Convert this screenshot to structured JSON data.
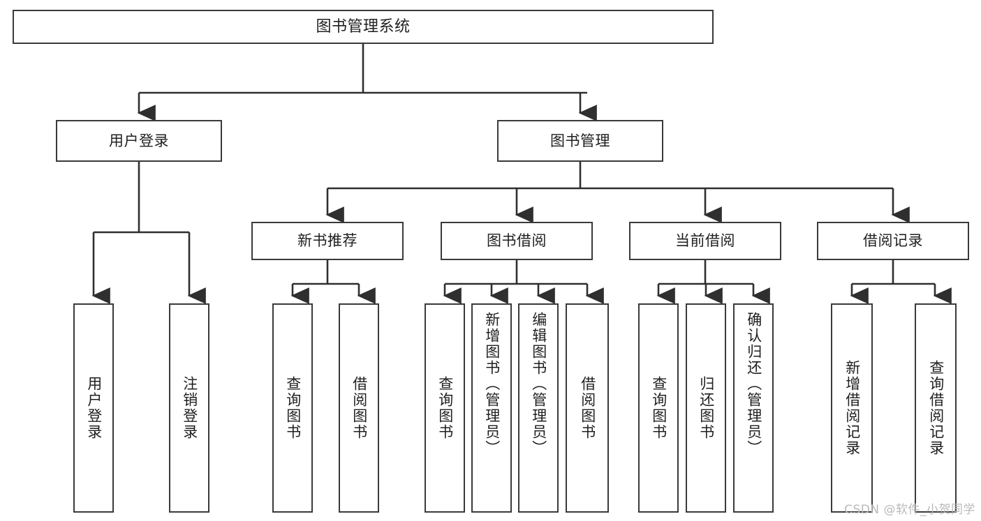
{
  "diagram": {
    "type": "tree",
    "title": "图书管理系统",
    "watermark": "CSDN @软件_小贺同学",
    "colors": {
      "background": "#ffffff",
      "node_border": "#3a3a3a",
      "node_fill": "#ffffff",
      "edge": "#2f2f2f",
      "text": "#1f1f1f",
      "watermark": "#b9b9b9"
    },
    "root": {
      "label": "图书管理系统"
    },
    "level2": [
      {
        "label": "用户登录"
      },
      {
        "label": "图书管理"
      }
    ],
    "level3": [
      {
        "label": "新书推荐"
      },
      {
        "label": "图书借阅"
      },
      {
        "label": "当前借阅"
      },
      {
        "label": "借阅记录"
      }
    ],
    "leaves": {
      "user_login": [
        {
          "label": "用户登录"
        },
        {
          "label": "注销登录"
        }
      ],
      "new_book_recommend": [
        {
          "label": "查询图书"
        },
        {
          "label": "借阅图书"
        }
      ],
      "book_borrow": [
        {
          "label": "查询图书"
        },
        {
          "label": "新增图书（管理员）"
        },
        {
          "label": "编辑图书（管理员）"
        },
        {
          "label": "借阅图书"
        }
      ],
      "current_borrow": [
        {
          "label": "查询图书"
        },
        {
          "label": "归还图书"
        },
        {
          "label": "确认归还（管理员）"
        }
      ],
      "borrow_record": [
        {
          "label": "新增借阅记录"
        },
        {
          "label": "查询借阅记录"
        }
      ]
    }
  }
}
